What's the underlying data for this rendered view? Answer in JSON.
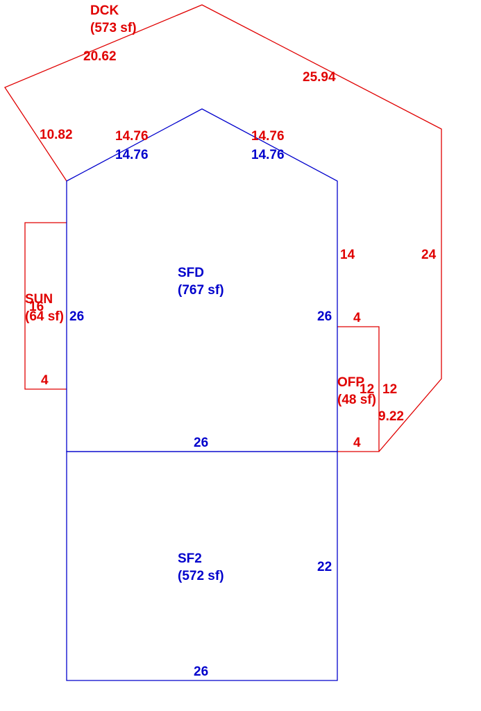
{
  "areas": {
    "dck": {
      "name": "DCK",
      "area": "(573 sf)",
      "color": "#e00000"
    },
    "sfd": {
      "name": "SFD",
      "area": "(767 sf)",
      "color": "#0000cc"
    },
    "sun": {
      "name": "SUN",
      "area": "(64 sf)",
      "color": "#e00000"
    },
    "ofp": {
      "name": "OFP",
      "area": "(48 sf)",
      "color": "#e00000"
    },
    "sf2": {
      "name": "SF2",
      "area": "(572 sf)",
      "color": "#0000cc"
    }
  },
  "dimensions": {
    "dck": [
      "20.62",
      "25.94",
      "10.82",
      "24",
      "9.22",
      "14.76",
      "14.76",
      "14"
    ],
    "sfd": [
      "14.76",
      "14.76",
      "26",
      "26",
      "26"
    ],
    "sun": [
      "16",
      "4"
    ],
    "ofp": [
      "4",
      "12",
      "12",
      "4"
    ],
    "sf2": [
      "22",
      "26"
    ]
  }
}
